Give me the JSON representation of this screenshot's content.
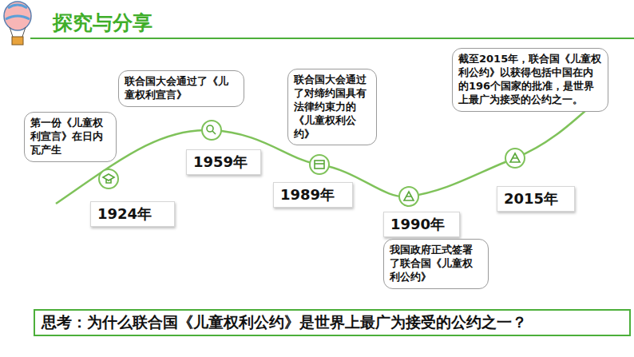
{
  "diagram": {
    "title": "探究与分享",
    "nodes": [
      {
        "text": [
          "第一份《儿童权利宣言》在日内瓦产生"
        ]
      },
      {
        "text": [
          "1924年"
        ]
      },
      {
        "text": [
          "联合国大会通过了《儿童权利宣言》"
        ]
      },
      {
        "text": [
          "1959年"
        ]
      },
      {
        "text": [
          "联合国大会通过了对缔约国具有法律约束力的《儿童权利公约》"
        ]
      },
      {
        "text": [
          "1989年"
        ]
      },
      {
        "text": [
          "1990年"
        ]
      },
      {
        "text": [
          "我国政府正式签署了联合国《儿童权利公约》"
        ]
      },
      {
        "text": [
          "2015年"
        ]
      },
      {
        "text": [
          "截至2015年，联合国《儿童权利公约》以获得包括中国在内的196个国家的批准，是世界上最广为接受的公约之一。"
        ]
      },
      {
        "text": [
          "思考：为什么联合国《儿童权利公约》是世界上最广为接受的公约之一？"
        ]
      }
    ]
  }
}
